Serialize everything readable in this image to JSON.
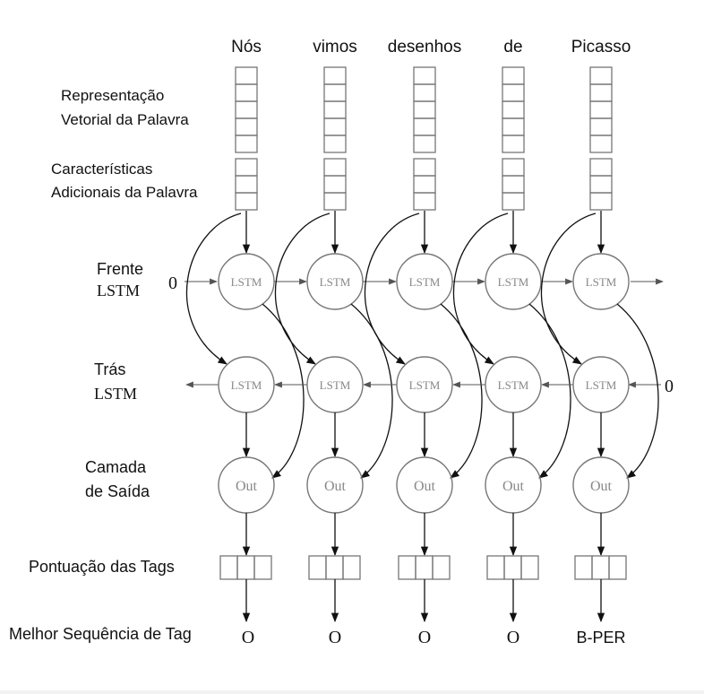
{
  "words": [
    "Nós",
    "vimos",
    "desenhos",
    "de",
    "Picasso"
  ],
  "labels": {
    "word_vector": [
      "Representação",
      "Vetorial da Palavra"
    ],
    "extra_features": [
      "Características",
      "Adicionais  da Palavra"
    ],
    "forward": [
      "Frente",
      "LSTM"
    ],
    "backward": [
      "Trás",
      "LSTM"
    ],
    "output_layer": [
      "Camada",
      "de Saída"
    ],
    "tag_scores": "Pontuação das Tags",
    "best_sequence": "Melhor Sequência de Tag"
  },
  "node_labels": {
    "lstm": "LSTM",
    "out": "Out"
  },
  "initial_states": {
    "forward": "0",
    "backward": "0"
  },
  "tags": [
    "O",
    "O",
    "O",
    "O",
    "B-PER"
  ]
}
